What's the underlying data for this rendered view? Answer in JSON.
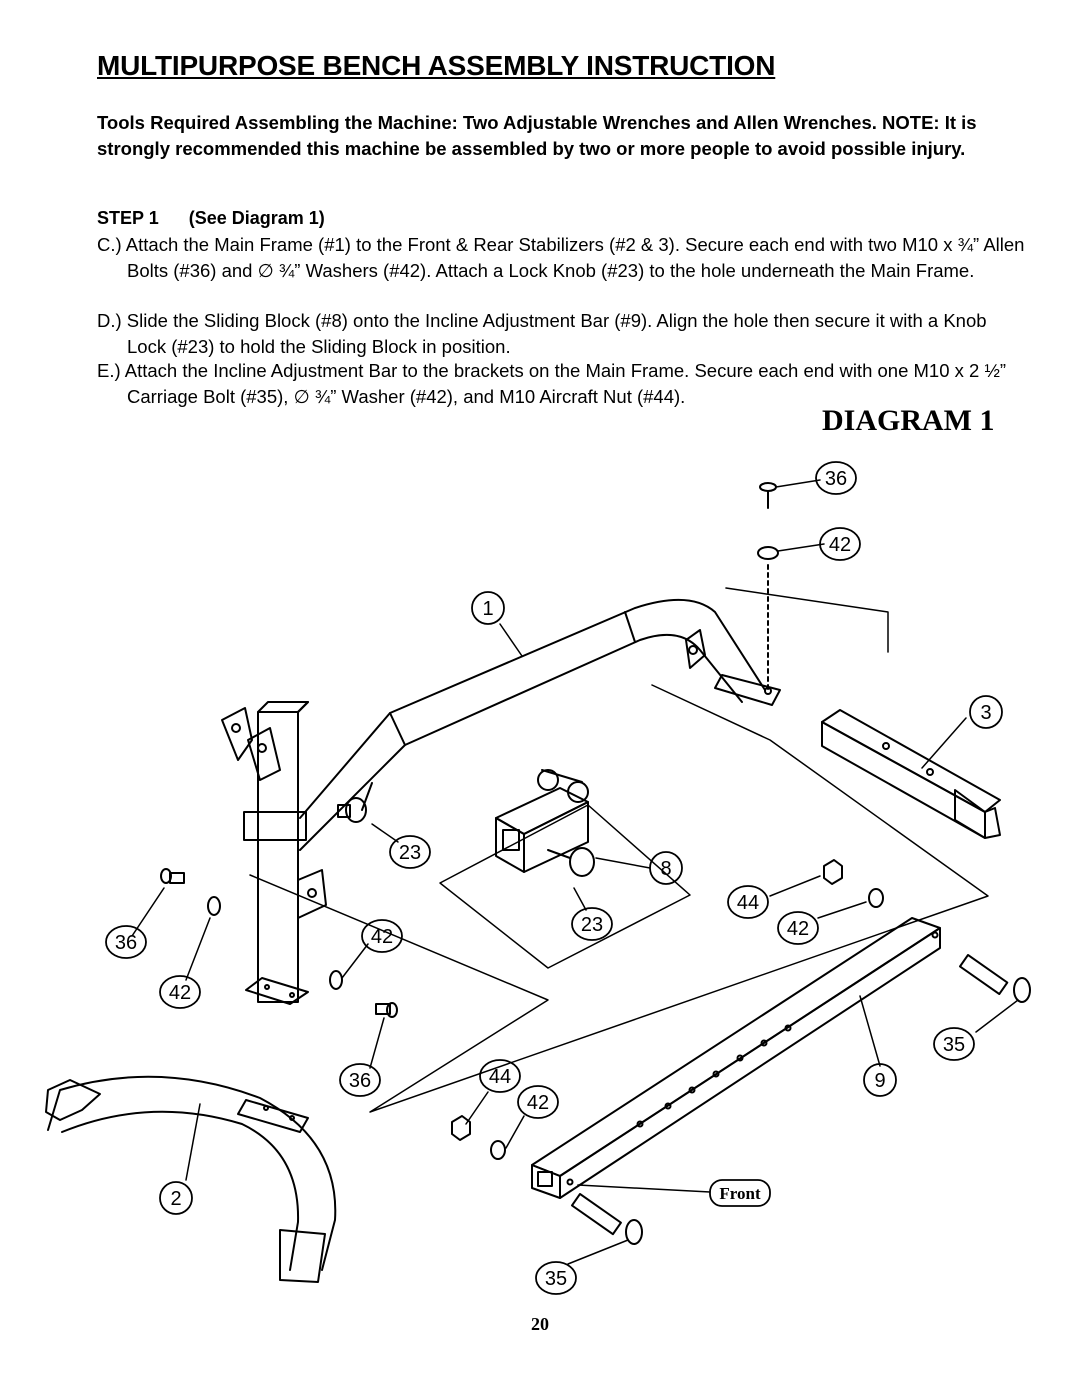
{
  "title": "MULTIPURPOSE BENCH ASSEMBLY INSTRUCTION",
  "tools_note": "Tools Required Assembling the Machine:  Two Adjustable Wrenches and Allen Wrenches.  NOTE:  It is strongly recommended this machine be assembled by two or more people to avoid possible injury.",
  "step": {
    "label": "STEP 1",
    "see": "(See Diagram 1)",
    "instructions": [
      "C.) Attach the Main Frame (#1) to the Front & Rear Stabilizers (#2 & 3).  Secure each end with two M10 x ¾” Allen Bolts (#36) and ∅ ¾” Washers (#42).  Attach a Lock Knob (#23) to the hole underneath the Main Frame.",
      "D.) Slide the Sliding Block (#8) onto the Incline Adjustment Bar (#9).  Align the hole then secure it with a Knob Lock (#23) to hold the Sliding Block in position.",
      "E.) Attach the Incline Adjustment Bar to the brackets on the Main Frame.  Secure each end with one M10 x 2 ½” Carriage Bolt (#35), ∅ ¾” Washer (#42), and M10 Aircraft Nut (#44)."
    ]
  },
  "diagram_title": "DIAGRAM 1",
  "callouts": {
    "main_frame": "1",
    "front_stabilizer": "2",
    "rear_stabilizer": "3",
    "sliding_block": "8",
    "incline_bar": "9",
    "lock_knob_frame": "23",
    "lock_knob_block": "23",
    "bolt_top": "36",
    "bolt_left": "36",
    "bolt_mid": "36",
    "washer_top": "42",
    "washer_left": "42",
    "washer_mid": "42",
    "washer_right": "42",
    "washer_bottom": "42",
    "nut_right": "44",
    "nut_bottom": "44",
    "carriage_bolt_right": "35",
    "carriage_bolt_bottom": "35",
    "front_tag": "Front"
  },
  "page_number": "20"
}
